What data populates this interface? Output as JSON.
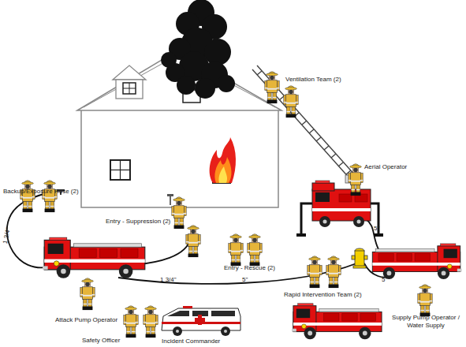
{
  "diagram": {
    "labels": [
      "Ventilation Team (2)",
      "Aerial Operator",
      "Backup/Exposure Hose (2)",
      "Entry - Suppression (2)",
      "5\"",
      "1 3/4\"",
      "Entry - Rescue (2)",
      "1 3/4\"",
      "5\"",
      "5\"",
      "Rapid Intervention Team (2)",
      "Attack Pump Operator",
      "Supply Pump Operator / Water Supply",
      "Safety Officer",
      "Incident Commander"
    ]
  }
}
